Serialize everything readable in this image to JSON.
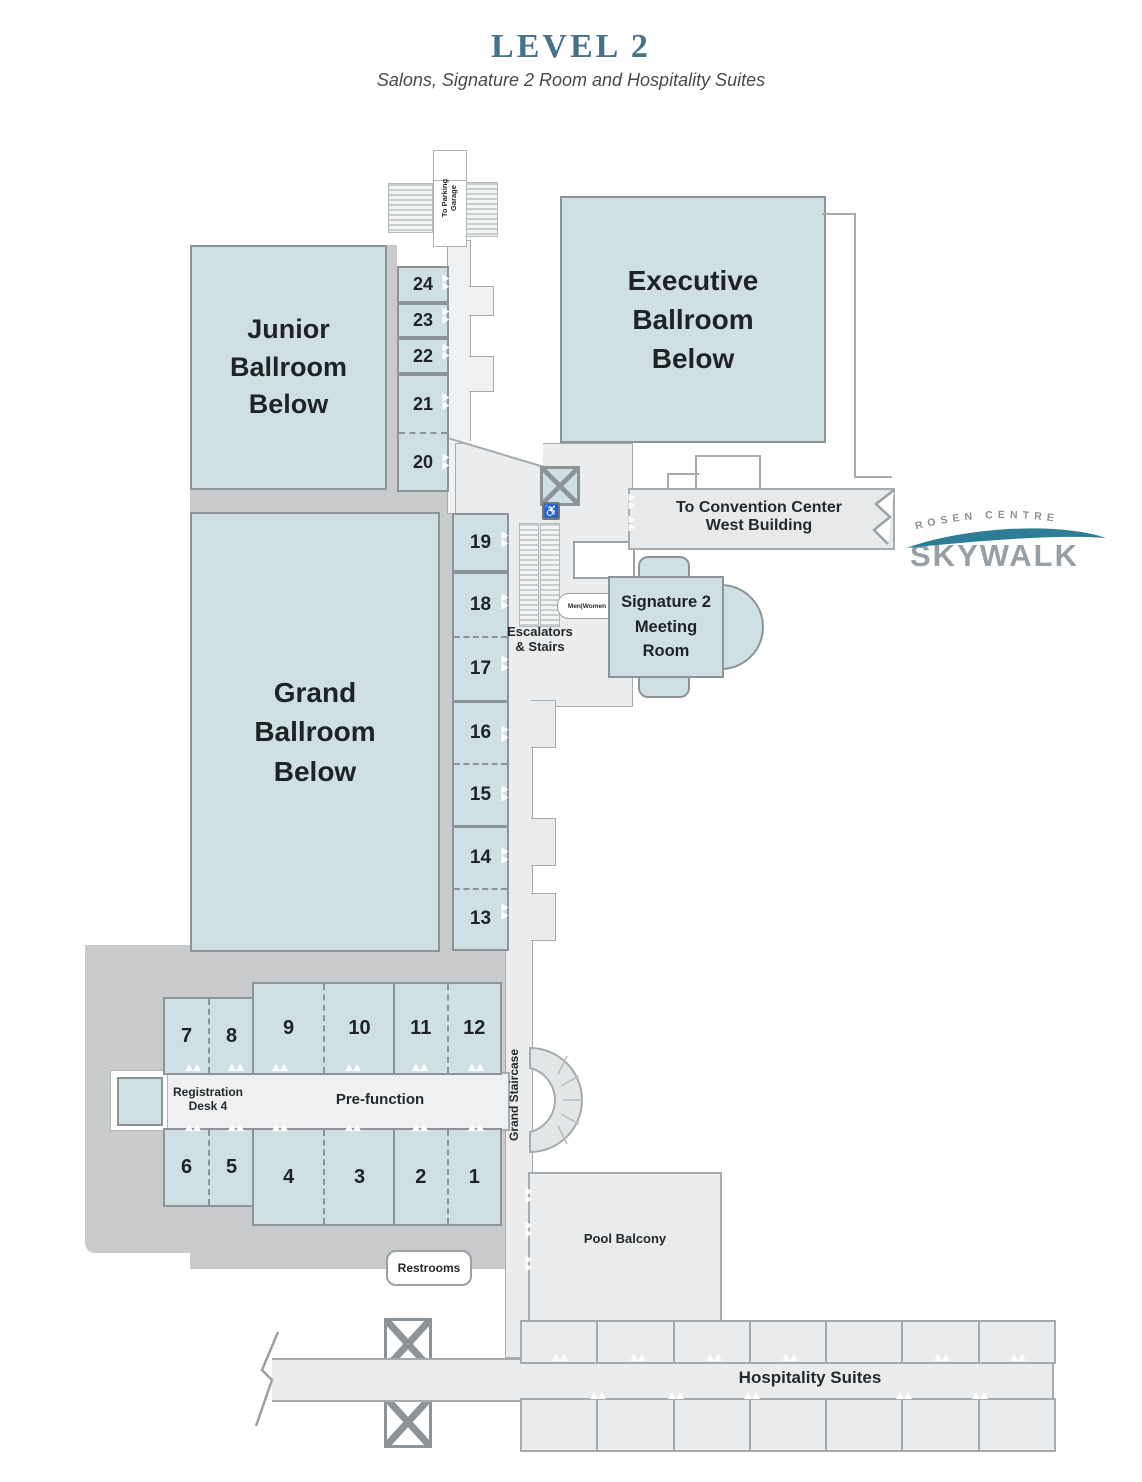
{
  "header": {
    "title": "LEVEL 2",
    "subtitle": "Salons, Signature 2 Room and Hospitality Suites"
  },
  "ballrooms": {
    "junior": "Junior\nBallroom\nBelow",
    "executive": "Executive\nBallroom\nBelow",
    "grand": "Grand\nBallroom\nBelow",
    "signature2": "Signature 2\nMeeting\nRoom"
  },
  "salons": {
    "upper": [
      "24",
      "23",
      "22",
      "21",
      "20"
    ],
    "middle": [
      "19",
      "18",
      "17",
      "16",
      "15",
      "14",
      "13"
    ],
    "row_top": [
      "7",
      "8",
      "9",
      "10",
      "11",
      "12"
    ],
    "row_bottom": [
      "6",
      "5",
      "4",
      "3",
      "2",
      "1"
    ]
  },
  "labels": {
    "to_parking": "To Parking\nGarage",
    "to_convention": "To Convention Center\nWest Building",
    "skywalk_brand": "ROSEN CENTRE",
    "skywalk": "SKYWALK",
    "escalators": "Escalators\n& Stairs",
    "restroom_mid": "Men|Women",
    "registration": "Registration\nDesk 4",
    "prefunction": "Pre-function",
    "grand_staircase": "Grand Staircase",
    "pool_balcony": "Pool Balcony",
    "restrooms": "Restrooms",
    "hospitality": "Hospitality Suites",
    "accessible": "♿"
  },
  "colors": {
    "room_fill": "#cfe0e5",
    "corridor_fill": "#e9ebec",
    "zone_fill": "#c9cacc",
    "wall": "#8d9499",
    "title_accent": "#477289",
    "skywalk_teal": "#2e7d96",
    "skywalk_gray": "#98a0a5"
  }
}
